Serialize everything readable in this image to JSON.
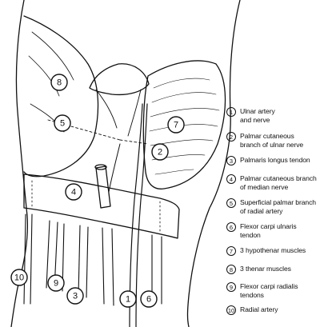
{
  "callouts": [
    {
      "num": "8"
    },
    {
      "num": "5"
    },
    {
      "num": "7"
    },
    {
      "num": "2"
    },
    {
      "num": "4"
    },
    {
      "num": "10"
    },
    {
      "num": "9"
    },
    {
      "num": "3"
    },
    {
      "num": "1"
    },
    {
      "num": "6"
    }
  ],
  "legend": [
    {
      "num": "1",
      "line1": "Ulnar artery",
      "line2": "and nerve"
    },
    {
      "num": "2",
      "line1": "Palmar cutaneous",
      "line2": "branch of ulnar nerve"
    },
    {
      "num": "3",
      "line1": "Palmaris longus tendon",
      "line2": ""
    },
    {
      "num": "4",
      "line1": "Palmar cutaneous branch",
      "line2": "of median nerve"
    },
    {
      "num": "5",
      "line1": "Superficial palmar branch",
      "line2": "of radial artery"
    },
    {
      "num": "6",
      "line1": "Flexor carpi ulnaris",
      "line2": "tendon"
    },
    {
      "num": "7",
      "line1": "3 hypothenar muscles",
      "line2": ""
    },
    {
      "num": "8",
      "line1": "3 thenar muscles",
      "line2": ""
    },
    {
      "num": "9",
      "line1": "Flexor carpi radialis",
      "line2": "tendons"
    },
    {
      "num": "10",
      "line1": "Radial artery",
      "line2": ""
    }
  ]
}
